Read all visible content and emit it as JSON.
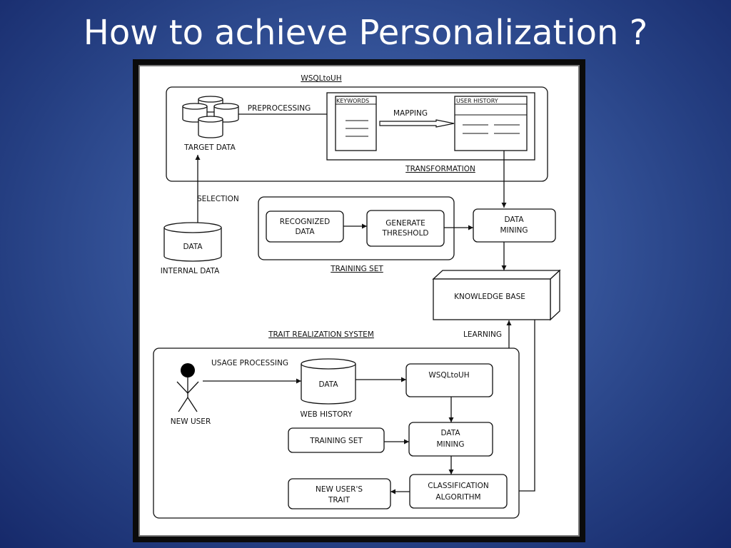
{
  "slide": {
    "title": "How to achieve Personalization ?"
  },
  "diagram": {
    "wsql_section_title": "WSQLtoUH",
    "preprocessing": "PREPROCESSING",
    "target_data": "TARGET DATA",
    "keywords": "KEYWORDS",
    "user_history": "USER HISTORY",
    "mapping": "MAPPING",
    "transformation": "TRANSFORMATION",
    "selection": "SELECTION",
    "data": "DATA",
    "internal_data": "INTERNAL DATA",
    "recognized_data_1": "RECOGNIZED",
    "recognized_data_2": "DATA",
    "generate_threshold_1": "GENERATE",
    "generate_threshold_2": "THRESHOLD",
    "training_set_title": "TRAINING SET",
    "data_mining_1": "DATA",
    "data_mining_2": "MINING",
    "knowledge_base": "KNOWLEDGE BASE",
    "learning": "LEARNING",
    "trait_system_title": "TRAIT REALIZATION SYSTEM",
    "usage_processing": "USAGE PROCESSING",
    "web_history_data": "DATA",
    "web_history": "WEB HISTORY",
    "new_user": "NEW USER",
    "wsql_box": "WSQLtoUH",
    "training_set_box": "TRAINING SET",
    "data_mining_low_1": "DATA",
    "data_mining_low_2": "MINING",
    "classification_1": "CLASSIFICATION",
    "classification_2": "ALGORITHM",
    "new_users_trait_1": "NEW USER'S",
    "new_users_trait_2": "TRAIT"
  }
}
